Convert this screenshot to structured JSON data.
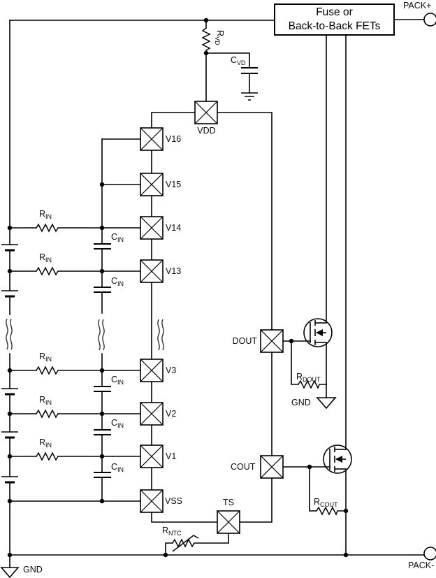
{
  "diagram": {
    "kind": "battery-monitor-afe-application-schematic",
    "colors": {
      "ink": "#000000",
      "background": "#ffffff"
    }
  },
  "terminals": {
    "pack_plus": "PACK+",
    "pack_minus": "PACK-"
  },
  "protection_block": {
    "line1": "Fuse or",
    "line2": "Back-to-Back FETs"
  },
  "pins": {
    "vdd": "VDD",
    "v16": "V16",
    "v15": "V15",
    "v14": "V14",
    "v13": "V13",
    "v3": "V3",
    "v2": "V2",
    "v1": "V1",
    "vss": "VSS",
    "dout": "DOUT",
    "cout": "COUT",
    "ts": "TS"
  },
  "parts": {
    "rvd": {
      "main": "R",
      "sub": "VD"
    },
    "cvd": {
      "main": "C",
      "sub": "VD"
    },
    "rin": {
      "main": "R",
      "sub": "IN"
    },
    "cin": {
      "main": "C",
      "sub": "IN"
    },
    "rdout": {
      "main": "R",
      "sub": "DOUT"
    },
    "rcout": {
      "main": "R",
      "sub": "COUT"
    },
    "rntc": {
      "main": "R",
      "sub": "NTC"
    },
    "gnd": "GND"
  }
}
